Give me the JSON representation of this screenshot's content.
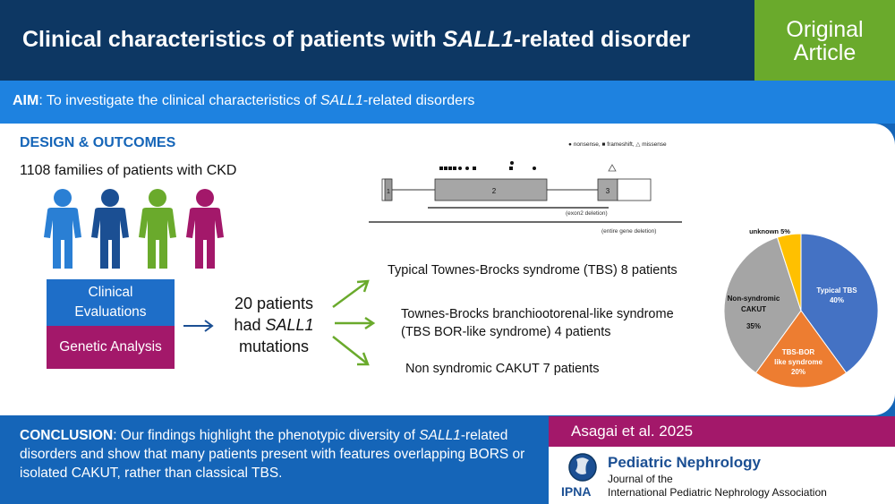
{
  "header": {
    "title_pre": "Clinical characteristics of patients with ",
    "title_gene": "SALL1",
    "title_post": "-related disorder",
    "badge_line1": "Original",
    "badge_line2": "Article"
  },
  "aim": {
    "label": "AIM",
    "text_pre": ": To investigate the clinical characteristics of ",
    "gene": "SALL1",
    "text_post": "-related disorders"
  },
  "design": {
    "title": "DESIGN & OUTCOMES",
    "families": "1108 families of patients with CKD",
    "box_clinical_line1": "Clinical",
    "box_clinical_line2": "Evaluations",
    "box_genetic": "Genetic Analysis",
    "patients_line1": "20 patients",
    "patients_line2_pre": "had ",
    "patients_line2_gene": "SALL1",
    "patients_line3": "mutations",
    "outcome1": "Typical Townes-Brocks syndrome (TBS) 8 patients",
    "outcome2_line1": "Townes-Brocks branchiootorenal-like syndrome",
    "outcome2_line2": "(TBS BOR-like syndrome) 4 patients",
    "outcome3": "Non syndromic CAKUT 7 patients"
  },
  "gene_diagram": {
    "legend": "● nonsense, ■ frameshift, △ missense",
    "exon1": "1",
    "exon2": "2",
    "exon3": "3",
    "exon2_deletion": "(exon2 deletion)",
    "entire_deletion": "(entire gene deletion)"
  },
  "chart_data": {
    "type": "pie",
    "slices": [
      {
        "label_line1": "Typical TBS",
        "label_line2": "40%",
        "value": 40,
        "color": "#4472c4"
      },
      {
        "label_line1": "TBS-BOR",
        "label_line2": "like syndrome",
        "label_line3": "20%",
        "value": 20,
        "color": "#ed7d31"
      },
      {
        "label_line1": "Non-syndromic",
        "label_line2": "CAKUT",
        "label_line3": "35%",
        "value": 35,
        "color": "#a5a5a5"
      },
      {
        "label_line1": "unknown 5%",
        "value": 5,
        "color": "#ffc000"
      }
    ]
  },
  "conclusion": {
    "label": "CONCLUSION",
    "text_pre": ": Our findings highlight the phenotypic diversity of ",
    "gene": "SALL1",
    "text_post": "-related disorders and show that many patients present with features overlapping BORS or isolated CAKUT, rather than classical TBS."
  },
  "footer": {
    "author": "Asagai et al. 2025",
    "journal_name": "Pediatric Nephrology",
    "journal_sub1": "Journal of the",
    "journal_sub2": "International Pediatric Nephrology Association",
    "ipna": "IPNA"
  },
  "colors": {
    "navy": "#0d3763",
    "blue": "#1565b8",
    "aim_blue": "#1e82e0",
    "green": "#6aaa2c",
    "magenta": "#a3186a",
    "person_blue_light": "#2a7fd4",
    "person_blue_dark": "#1b4f93",
    "person_green": "#6aaa2c",
    "person_magenta": "#a3186a"
  },
  "icons": [
    "person-icon",
    "arrow-right-icon",
    "arrow-up-right-icon",
    "arrow-down-right-icon",
    "journal-logo-icon"
  ]
}
